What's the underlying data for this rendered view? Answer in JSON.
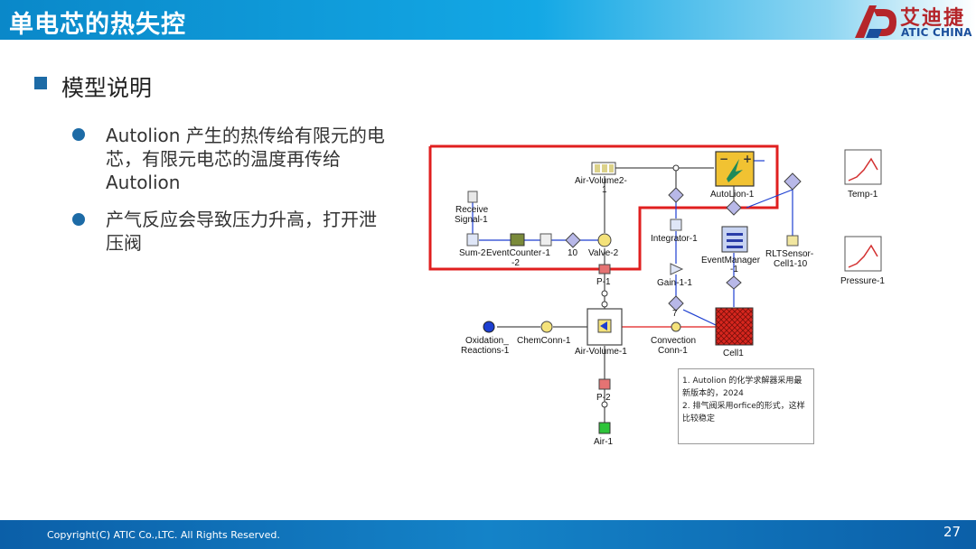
{
  "header": {
    "title": "单电芯的热失控"
  },
  "logo": {
    "cn": "艾迪捷",
    "en": "ATIC CHINA"
  },
  "section": {
    "heading": "模型说明"
  },
  "bullets": [
    {
      "text": "Autolion 产生的热传给有限元的电芯，有限元电芯的温度再传给Autolion"
    },
    {
      "text": "产气反应会导致压力升高，打开泄压阀"
    }
  ],
  "diagram": {
    "labels": {
      "air_volume2": "Air-Volume2-",
      "air_volume2_b": "1",
      "autolion": "AutoLion-1",
      "receive": "Receive",
      "receive_b": "Signal-1",
      "sum2": "Sum-2",
      "event_counter": "EventCounter",
      "event_counter_b": "-2",
      "r1": "-1",
      "ten": "10",
      "valve2": "Valve-2",
      "integrator": "Integrator-1",
      "event_manager": "EventManager",
      "event_manager_b": "-1",
      "rlt": "RLTSensor-",
      "rlt_b": "Cell1-10",
      "temp": "Temp-1",
      "pressure": "Pressure-1",
      "p1": "P-1",
      "gain": "Gain-1-1",
      "seven": "7",
      "oxidation": "Oxidation_",
      "oxidation_b": "Reactions-1",
      "chemconn": "ChemConn-1",
      "air_volume1": "Air-Volume-1",
      "convection": "Convection",
      "convection_b": "Conn-1",
      "cell1": "Cell1",
      "p2": "P-2",
      "air1": "Air-1"
    },
    "note": "1. Autolion  的化学求解器采用最新版本的，2024\n2. 排气阀采用orfice的形式，这样比较稳定"
  },
  "footer": {
    "copyright": "Copyright(C) ATIC Co.,LTC. All Rights Reserved.",
    "page": "27"
  }
}
